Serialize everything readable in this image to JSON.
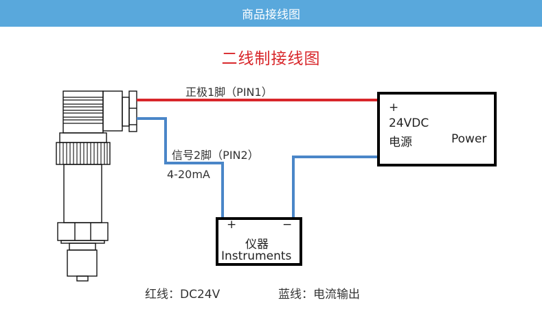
{
  "header": {
    "title": "商品接线图"
  },
  "diagram": {
    "title": "二线制接线图",
    "wires": {
      "positive": {
        "label": "正极1脚（PIN1）",
        "color": "#d8262a"
      },
      "signal": {
        "label": "信号2脚（PIN2）",
        "sublabel": "4-20mA",
        "color": "#4a86c8"
      }
    },
    "power_box": {
      "plus": "+",
      "voltage": "24VDC",
      "label_cn": "电源",
      "label_en": "Power"
    },
    "instrument_box": {
      "plus": "+",
      "minus": "−",
      "label_cn": "仪器",
      "label_en": "Instruments"
    },
    "legend": {
      "red": "红线：DC24V",
      "blue": "蓝线：电流输出"
    }
  }
}
